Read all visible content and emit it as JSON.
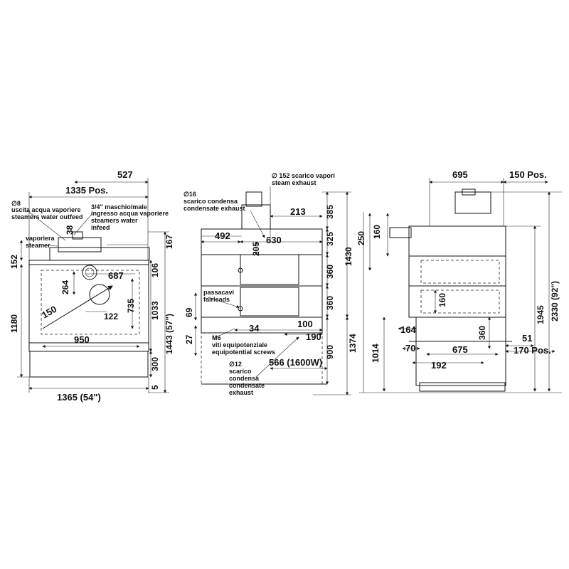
{
  "front": {
    "dims": {
      "d527": "527",
      "d1335": "1335 Pos.",
      "d38": "38",
      "d167": "167",
      "d106": "106",
      "d1033": "1033",
      "d1443": "1443 (57\")",
      "d152": "152",
      "d1180": "1180",
      "d687": "687",
      "d264": "264",
      "d735": "735",
      "d150": "150",
      "d122": "122",
      "d950": "950",
      "d300": "300",
      "d5": "5",
      "d1365": "1365 (54\")"
    },
    "notes": {
      "dia8": "∅8",
      "water_out_it": "uscita acqua vaporiere",
      "water_out_en": "steamers water outfeed",
      "male_it": "3/4\" maschio/male",
      "water_in_it": "ingresso acqua vaporiere",
      "water_in_en1": "steamers water",
      "water_in_en2": "infeed",
      "steamer_it": "vaporiera",
      "steamer_en": "steamer"
    }
  },
  "side": {
    "dims": {
      "d213": "213",
      "d492": "492",
      "d630": "630",
      "d205": "205",
      "d385": "385",
      "d325": "325",
      "d360a": "360",
      "d360b": "360",
      "d1430": "1430",
      "d69": "69",
      "d27": "27",
      "d34": "34",
      "d100": "100",
      "d190": "190",
      "d900": "900",
      "d566": "566 (1600W)",
      "d1374": "1374"
    },
    "notes": {
      "exhaust_dia": "∅ 152 scarico vapori",
      "exhaust_en": "steam exhaust",
      "dia16": "∅16",
      "cond_it": "scarico condensa",
      "cond_en": "condensate exhaust",
      "fair_it": "passacavi",
      "fair_en": "fairleads",
      "m6": "M6",
      "equi_it": "viti equipotenziale",
      "equi_en": "equipotential screws",
      "dia12": "∅12",
      "cond2_it1": "scarico",
      "cond2_it2": "condensa",
      "cond2_en1": "condensate",
      "cond2_en2": "exhaust"
    }
  },
  "rear": {
    "dims": {
      "d695": "695",
      "d150pos": "150 Pos.",
      "d250": "250",
      "d160a": "160",
      "d160b": "160",
      "d164": "164",
      "d360": "360",
      "d51": "51",
      "d70": "70",
      "d675": "675",
      "d170": "170 Pos.",
      "d192": "192",
      "d1014": "1014",
      "d1945": "1945",
      "d2330": "2330 (92\")"
    }
  }
}
